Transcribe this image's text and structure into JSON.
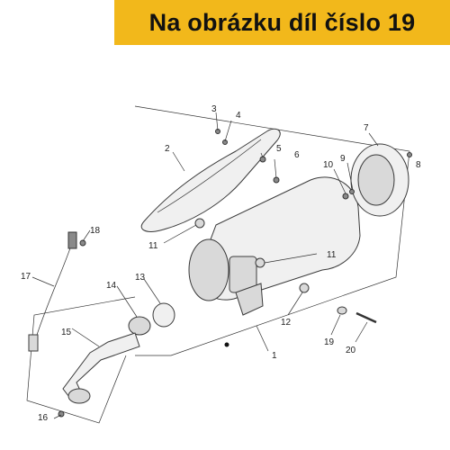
{
  "banner": {
    "text": "Na obrázku díl číslo 19",
    "color": "#f2b81b"
  },
  "callouts": [
    "1",
    "2",
    "3",
    "4",
    "5",
    "6",
    "7",
    "8",
    "9",
    "10",
    "11",
    "11",
    "12",
    "13",
    "14",
    "15",
    "16",
    "17",
    "18",
    "19",
    "20"
  ]
}
